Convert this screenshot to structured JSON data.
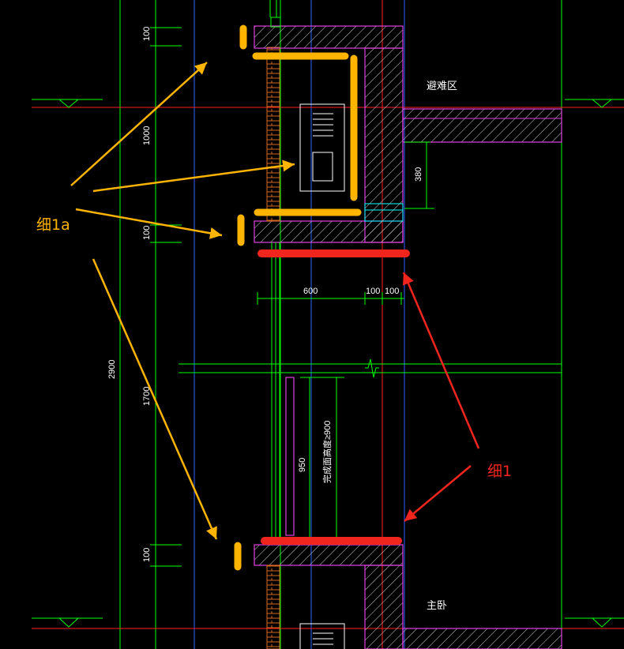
{
  "dimensions": {
    "d100_top": "100",
    "d1000": "1000",
    "d100_mid": "100",
    "d2900": "2900",
    "d1700": "1700",
    "d100_bottom": "100",
    "d380": "380",
    "d600": "600",
    "d100_a": "100",
    "d100_b": "100",
    "d950": "950",
    "note_vertical": "完成面高度≥900"
  },
  "rooms": {
    "upper": "避难区",
    "lower": "主卧"
  },
  "callouts": {
    "yellow": "细1a",
    "red": "细1"
  },
  "colors": {
    "background": "#000000",
    "yellow": "#FFB400",
    "red": "#F0261E",
    "wall_outline": "#E040E0",
    "cyan": "#00FFFF",
    "green": "#00FF00",
    "blue": "#3060FF",
    "brick": "#D2691E"
  }
}
